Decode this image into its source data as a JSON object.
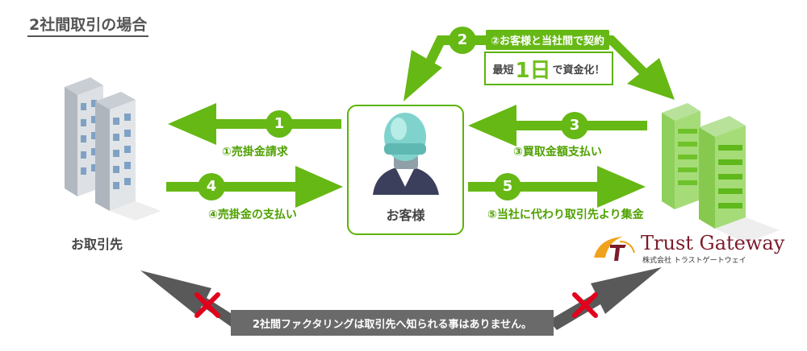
{
  "title": "2社間取引の場合",
  "partner_label": "お取引先",
  "customer_label": "お客様",
  "steps": {
    "s1": {
      "num": "1",
      "label": "①売掛金請求"
    },
    "s2": {
      "num": "2",
      "label": "②お客様と当社間で契約"
    },
    "s3": {
      "num": "3",
      "label": "③買取金額支払い"
    },
    "s4": {
      "num": "4",
      "label": "④売掛金の支払い"
    },
    "s5": {
      "num": "5",
      "label": "⑤当社に代わり取引先より集金"
    }
  },
  "promo": {
    "prefix": "最短",
    "big": "1日",
    "suffix": "で資金化！"
  },
  "note": "2社間ファクタリングは取引先へ知られる事はありません。",
  "logo": {
    "name": "Trust Gateway",
    "sub": "株式会社 トラストゲートウェイ"
  },
  "icons": {
    "partner": "office-building-icon",
    "customer": "person-icon",
    "company": "green-building-icon",
    "block": "cross-icon"
  },
  "colors": {
    "green": "#66b814",
    "gray": "#595959",
    "red": "#e3001b",
    "brand": "#7b1c2a"
  }
}
